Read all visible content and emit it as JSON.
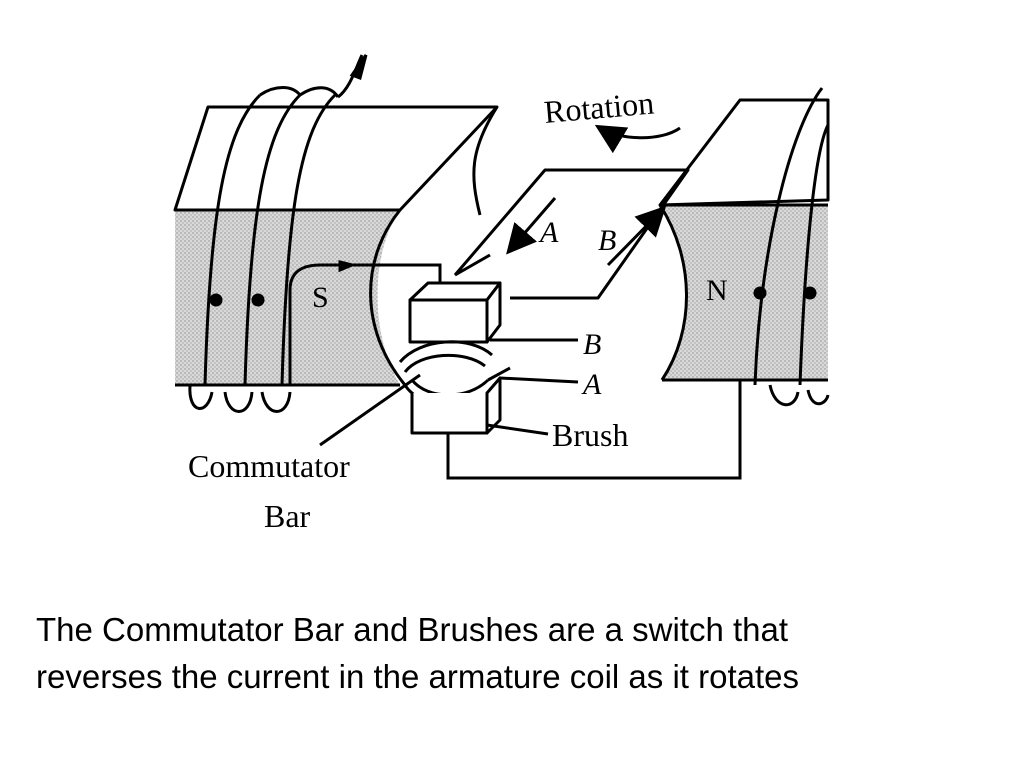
{
  "diagram": {
    "labels": {
      "rotation": "Rotation",
      "coil_a": "A",
      "coil_b": "B",
      "pole_south": "S",
      "pole_north": "N",
      "bar_b": "B",
      "bar_a": "A",
      "brush": "Brush",
      "commutator_line1": "Commutator",
      "commutator_line2": "Bar"
    },
    "colors": {
      "ink": "#000000",
      "magnet_fill": "#d6d6d6",
      "background": "#ffffff"
    }
  },
  "caption": {
    "line1": "The Commutator Bar and Brushes are a switch that",
    "line2": "reverses the current in the armature coil as it rotates"
  }
}
